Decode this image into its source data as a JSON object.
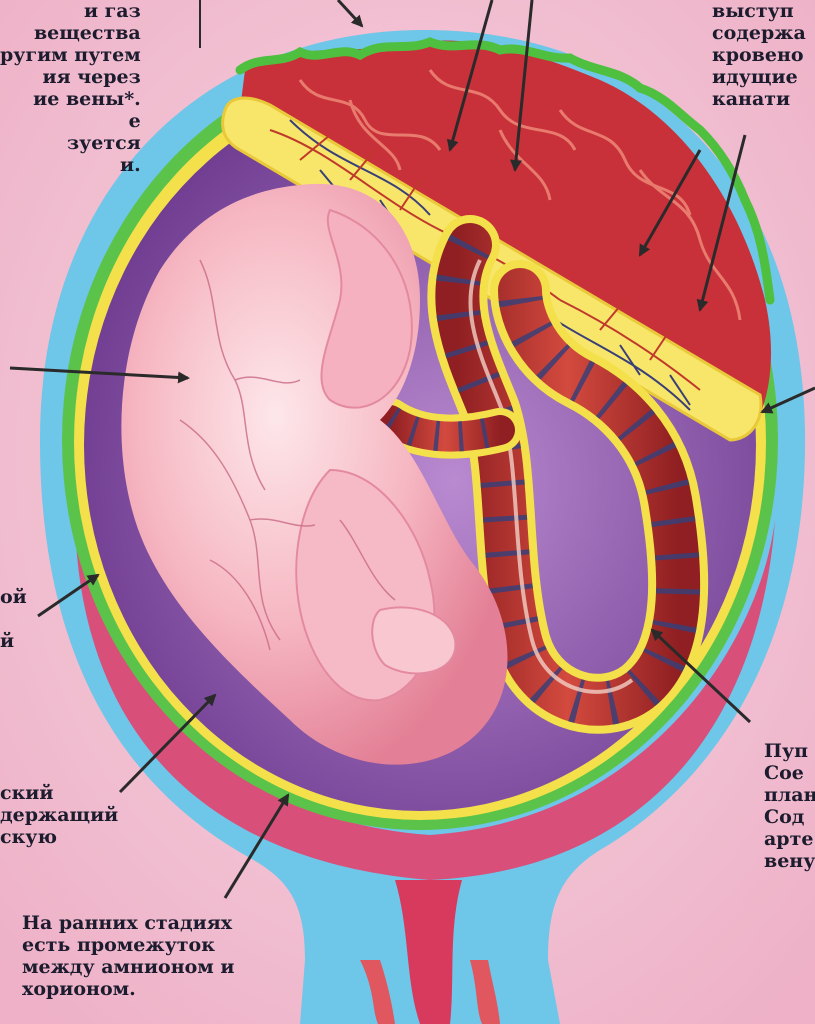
{
  "labels": {
    "top_left": [
      "и газ",
      "вещества",
      "ругим путем",
      "ия через",
      "ие вены*.",
      "е",
      "зуется",
      "и."
    ],
    "top_right": [
      "выступ",
      "содержа",
      "кровено",
      "идущие",
      "канати"
    ],
    "left_mid": [
      "ой",
      "",
      "й"
    ],
    "left_low": [
      "ский",
      "держащий",
      "скую"
    ],
    "right_low": [
      "Пуп",
      "Сое",
      "план",
      "Сод",
      "арте",
      "вену"
    ],
    "bottom": [
      "На ранних стадиях",
      "есть промежуток",
      "между амнионом и",
      "хорионом."
    ]
  },
  "colors": {
    "background": "#f4c9d8",
    "uterus_outer": "#6ec6e8",
    "chorion_green": "#5cc34a",
    "amnion_yellow": "#f4e04a",
    "amniotic_purple": "#8a4fa8",
    "fetus_pink": "#f3a7b7",
    "placenta_red": "#c8313a",
    "cord_red": "#b8302d",
    "cord_vein": "#3a3f78",
    "arrow": "#2a2a2a"
  }
}
